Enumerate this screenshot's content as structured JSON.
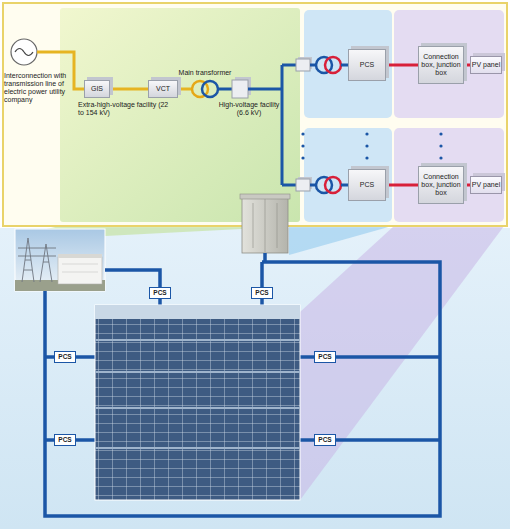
{
  "diagram": {
    "nodes": [
      {
        "text": [
          "GIS"
        ]
      },
      {
        "text": [
          "VCT"
        ]
      },
      {
        "text": [
          "PCS"
        ]
      },
      {
        "text": [
          "Connection box, junction box"
        ]
      },
      {
        "text": [
          "PV panel"
        ]
      },
      {
        "text": [
          "PCS"
        ]
      },
      {
        "text": [
          "Connection box, junction box"
        ]
      },
      {
        "text": [
          "PV panel"
        ]
      },
      {
        "text": [
          "PCS"
        ]
      },
      {
        "text": [
          "PCS"
        ]
      },
      {
        "text": [
          "PCS"
        ]
      },
      {
        "text": [
          "PCS"
        ]
      },
      {
        "text": [
          "PCS"
        ]
      },
      {
        "text": [
          "PCS"
        ]
      }
    ],
    "edges": [
      {
        "from": 0,
        "to": 1,
        "arrow": "none"
      },
      {
        "from": 2,
        "to": 3,
        "arrow": "none"
      },
      {
        "from": 3,
        "to": 4,
        "arrow": "none"
      },
      {
        "from": 5,
        "to": 6,
        "arrow": "none"
      },
      {
        "from": 6,
        "to": 7,
        "arrow": "none"
      }
    ],
    "labels": [
      "Interconnection with transmission line of electric power utility company",
      "Main transformer",
      "Extra-high-voltage facility (22 to 154 kV)",
      "High-voltage facility (6.6 kV)"
    ]
  }
}
